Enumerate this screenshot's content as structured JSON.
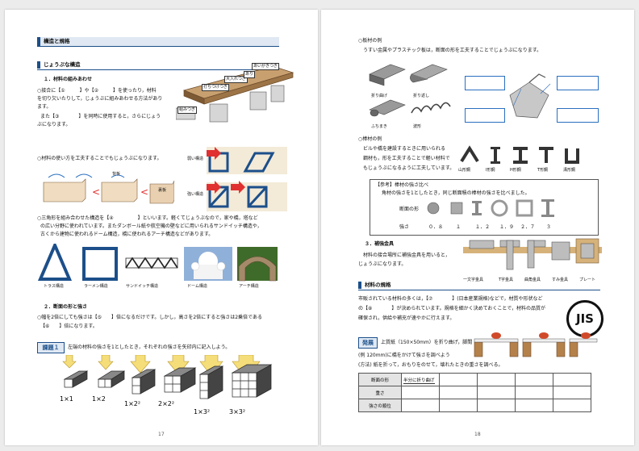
{
  "p17": {
    "title": "構造と規格",
    "sec1_title": "じょうぶな構造",
    "sub1_title": "１．材料の組みあわせ",
    "sub1_l1": "○接合に【①　　　】や【②　　　】を使ったり，材料",
    "sub1_l2": "を切り欠いたりして，じょうぶに組みあわせる方法があり",
    "sub1_l3": "ます。",
    "sub1_l4": "また【③　　　　】を同時に使用すると，さらにじょう",
    "sub1_l5": "ぶになります。",
    "bench_labels": [
      "打ちつけつぎ",
      "大入れつぎ",
      "あり",
      "あいがきつぎ",
      "組みつぎ"
    ],
    "dist_l1": "○材料の使い方を工夫することでもじょうぶになります。",
    "weak_label": "弱い構造",
    "strong_label": "強い構造",
    "back_board_label": "背板",
    "back_board_label2": "裏板",
    "tri_l1": "○三角形を組み合わせた構造を【④　　　　　】といいます。軽くてじょうぶなので，家や橋，塔など",
    "tri_l2": "の広い分野に使われています。またダンボール紙や航空機の壁などに用いられるサンドイッチ構造や，",
    "tri_l3": "古くから建物に使われるドーム構造，橋に使われるアーチ構造などがあります。",
    "struct_captions": [
      "トラス構造",
      "ラーメン構造",
      "サンドイッチ構造",
      "ドーム構造",
      "アーチ構造"
    ],
    "sub2_title": "２．断面の形と強さ",
    "sub2_l1": "○幅を2倍にしても強さは【⑤　　】倍になるだけです。しかし，高さを2倍にすると強さは2乗倍である",
    "sub2_l2": "【⑥　　】倍になります。",
    "task_badge": "課題１",
    "task_text": "左端の材料の強さを1としたとき，それぞれの強さを矢印内に記入しよう。",
    "beam_labels": [
      "1×1",
      "1×2",
      "1×2²",
      "2×2²",
      "1×3²",
      "3×3²"
    ],
    "page_number": "17"
  },
  "p18": {
    "plate_title": "○板材の例",
    "plate_l1": "うすい金属やプラスチック板は，断面の形を工夫することでじょうぶになります。",
    "plate_captions": [
      "折り曲げ",
      "折り返し",
      "ふちまき",
      "波形"
    ],
    "bar_title": "○棒材の例",
    "bar_l1": "ビルや橋を建設するときに用いられる",
    "bar_l2": "鋼材も，形を工夫することで軽い材料で",
    "bar_l3": "もじょうぶになるように工夫しています。",
    "steel_captions": [
      "山形鋼",
      "I形鋼",
      "H形鋼",
      "T形鋼",
      "溝形鋼"
    ],
    "ref_title": "【参考】棒材の強さ比べ",
    "ref_l1": "角材の強さを1としたとき，同じ断面積の棒材の強さを比べました。",
    "ref_shape_label": "断面の形",
    "ref_strength_label": "強さ",
    "ref_values": [
      "０．８",
      "１",
      "１．２",
      "１．９",
      "２．７",
      "３"
    ],
    "sub3_title": "３．補強金具",
    "sub3_l1": "材料の接合場所に補強金具を用いると，",
    "sub3_l2": "じょうぶになります。",
    "hw_captions": [
      "一文字金具",
      "T字金具",
      "曲角金具",
      "すみ金具",
      "プレート"
    ],
    "sec2_title": "材料の規格",
    "std_l1": "市販されている材料の多くは，【⑦　　　　】(日本産業規格)などで，材質や形状など",
    "std_l2": "の【⑧　　　　】が決められています。規格を細かく決めておくことで，材料の品質が",
    "std_l3": "確保され，供給や補充が速やかに行えます。",
    "jis_mark": "JIS",
    "dev_badge": "発展",
    "dev_l1": "上質紙（150×50mm）を折り曲げ，脚間",
    "dev_l2": "(例 120mm)に橋をかけて強さを調べよう",
    "dev_l3": "(方法) 紙を折って，おもりをのせて，壊れたときの重さを調べる。",
    "tbl_rows": [
      "断面の形",
      "重さ",
      "強さの順位"
    ],
    "tbl_note": "半分に折り曲げ",
    "page_number": "18"
  }
}
